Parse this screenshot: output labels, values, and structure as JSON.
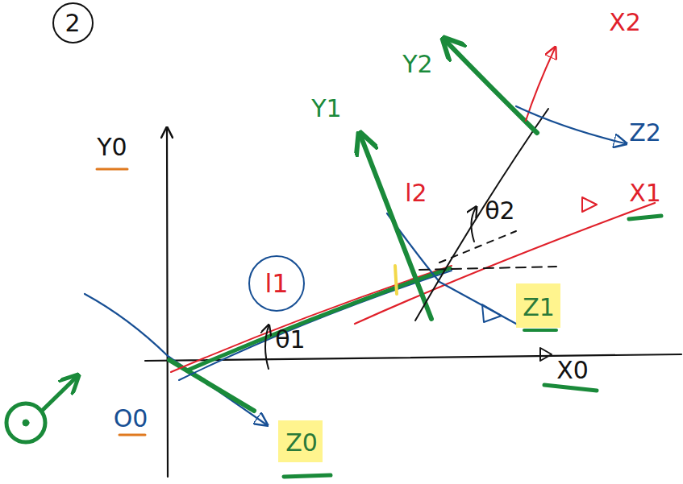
{
  "diagram": {
    "nodes": [
      {
        "text": [
          "2"
        ]
      },
      {
        "text": [
          "l1"
        ]
      }
    ],
    "labels": [
      "Y0",
      "X0",
      "Z0",
      "O0",
      "θ1",
      "l2",
      "Y1",
      "Y2",
      "X2",
      "Z2",
      "θ2",
      "X1",
      "Z1"
    ]
  }
}
